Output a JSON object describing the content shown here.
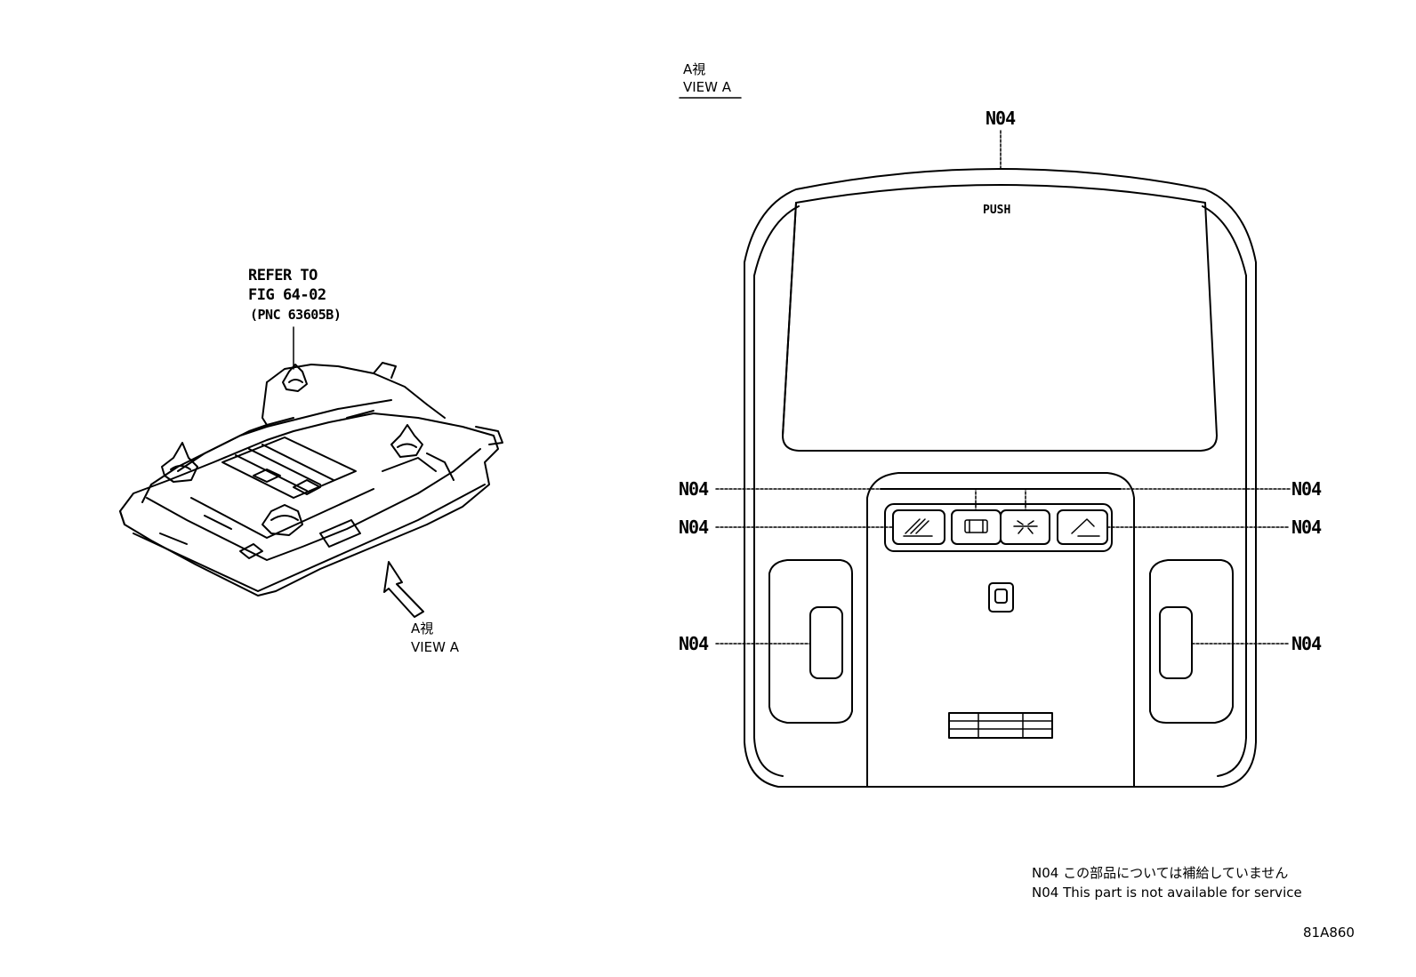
{
  "left_view": {
    "refer_line1": "REFER TO",
    "refer_line2": "FIG 64-02",
    "refer_line3": "(PNC 63605B)",
    "view_jp": "A視",
    "view_en": "VIEW A"
  },
  "right_view": {
    "view_jp": "A視",
    "view_en": "VIEW A",
    "push_label": "PUSH",
    "callouts": {
      "top": "N04",
      "left_upper": "N04",
      "left_middle": "N04",
      "left_lower": "N04",
      "right_upper": "N04",
      "right_middle": "N04",
      "right_lower": "N04"
    }
  },
  "notes": {
    "jp": "N04 この部品については補給していません",
    "en": "N04 This part is not available for service"
  },
  "figure_code": "81A860"
}
